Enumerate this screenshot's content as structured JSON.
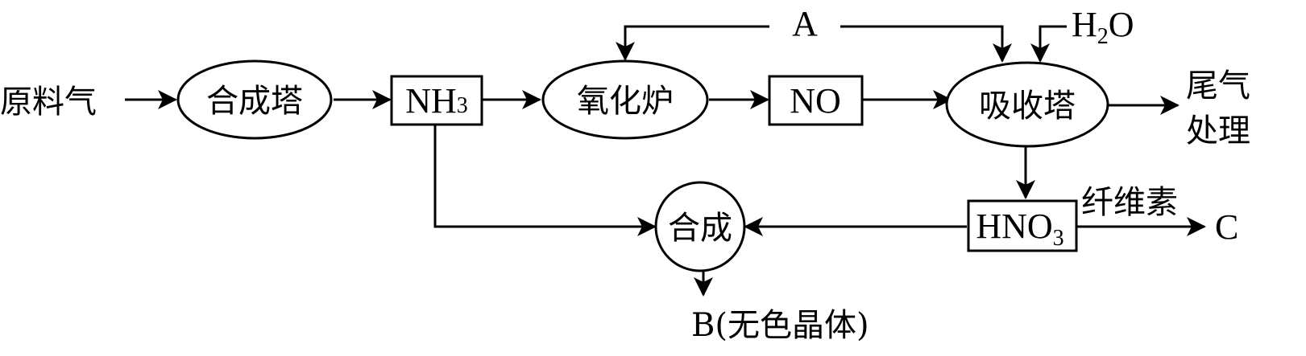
{
  "nodes": {
    "raw_gas": "原料气",
    "synthesis_tower": "合成塔",
    "nh3": {
      "main": "NH",
      "sub": "3"
    },
    "oxidation_furnace": "氧化炉",
    "no": "NO",
    "absorption_tower": "吸收塔",
    "tail_gas": {
      "line1": "尾气",
      "line2": "处理"
    },
    "a": "A",
    "h2o": {
      "h": "H",
      "sub": "2",
      "o": "O"
    },
    "hno3": {
      "pre": "HNO",
      "sub": "3"
    },
    "cellulose": "纤维素",
    "c": "C",
    "synthesis": "合成",
    "b": "B(无色晶体)"
  }
}
